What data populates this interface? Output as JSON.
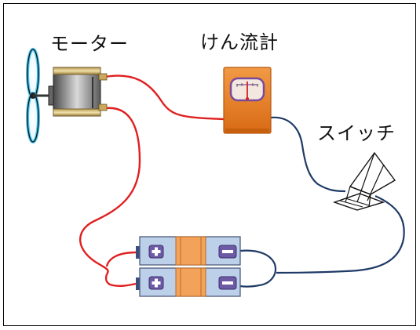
{
  "labels": {
    "motor": "モーター",
    "ammeter": "けん流計",
    "switch": "スイッチ"
  },
  "colors": {
    "red_wire": "#e02020",
    "navy_wire": "#1f3a66",
    "meter_orange": "#ea7f23",
    "battery_body": "#bcd0ea",
    "battery_center": "#f3a25a",
    "terminal_purple": "#6d5aa6"
  },
  "icons": {
    "fan": "propeller-icon",
    "plus": "plus-icon",
    "minus": "minus-icon"
  }
}
